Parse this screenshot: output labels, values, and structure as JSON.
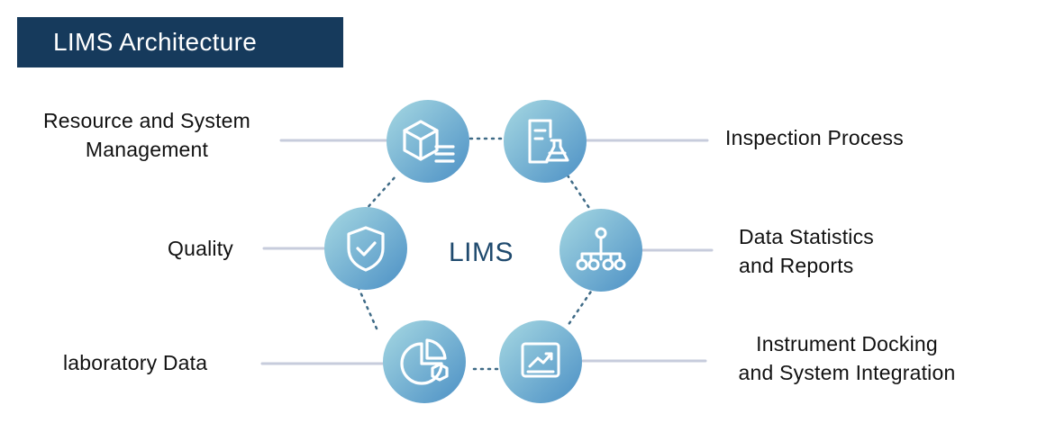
{
  "title": "LIMS Architecture",
  "center_label": "LIMS",
  "nodes": {
    "resource": {
      "lines": [
        "Resource and System",
        "Management"
      ],
      "icon": "cube-list-icon"
    },
    "inspection": {
      "lines": [
        "Inspection Process"
      ],
      "icon": "document-flask-icon"
    },
    "quality": {
      "lines": [
        "Quality"
      ],
      "icon": "shield-check-icon"
    },
    "data_stats": {
      "lines": [
        "Data Statistics",
        "and Reports"
      ],
      "icon": "hierarchy-icon"
    },
    "lab_data": {
      "lines": [
        "laboratory Data"
      ],
      "icon": "pie-chart-icon"
    },
    "instrument": {
      "lines": [
        "Instrument Docking",
        "and System Integration"
      ],
      "icon": "trend-chart-icon"
    }
  },
  "colors": {
    "title_bg": "#163a5c",
    "circle_light": "#9fd3e0",
    "circle_dark": "#4f95c7",
    "connector": "#c7ccdc",
    "center_text": "#1f4a6e"
  }
}
